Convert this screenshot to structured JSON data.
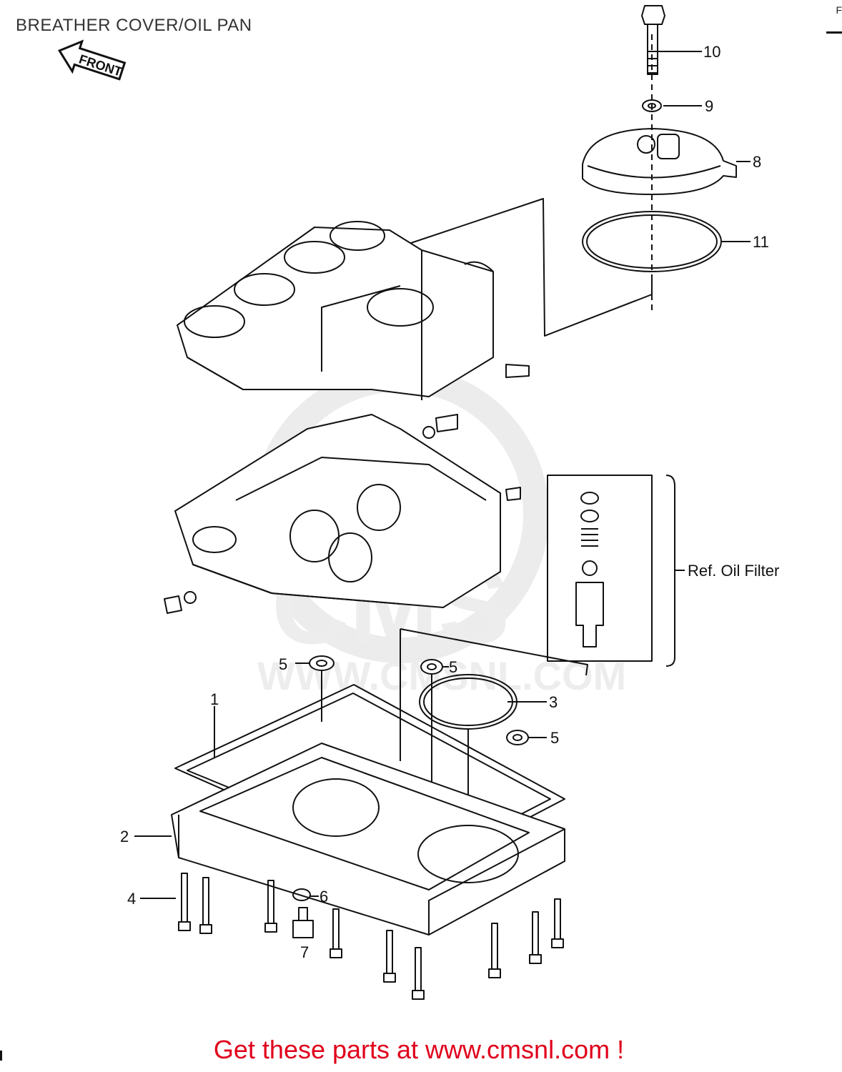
{
  "diagram": {
    "title": "BREATHER COVER/OIL PAN",
    "corner_text": "F",
    "front_label": "FRONT",
    "ref_label": "Ref. Oil Filter",
    "watermark_main": "CMS",
    "watermark_url": "WWW.CMSNL.COM",
    "callouts": [
      "10",
      "9",
      "8",
      "11",
      "5",
      "5",
      "3",
      "5",
      "1",
      "2",
      "4",
      "6",
      "7"
    ]
  },
  "footer": {
    "text": "Get these parts at www.cmsnl.com !",
    "color": "#e0001b"
  }
}
